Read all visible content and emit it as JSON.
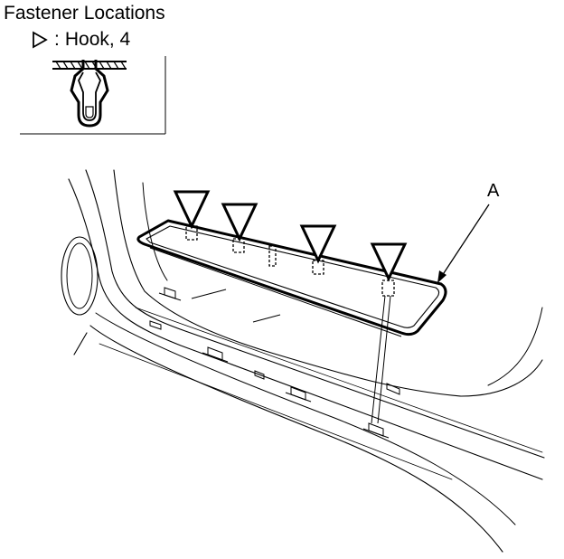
{
  "header": {
    "title": "Fastener Locations",
    "legend_separator": ":",
    "legend_text": "Hook, 4",
    "legend_icon": "hollow-triangle-icon"
  },
  "diagram": {
    "callouts": [
      {
        "label": "A",
        "target": "door-sill-trim-panel"
      }
    ],
    "fastener_marker_count": 4,
    "fastener_type": "Hook",
    "line_color": "#000000",
    "background": "#ffffff"
  }
}
